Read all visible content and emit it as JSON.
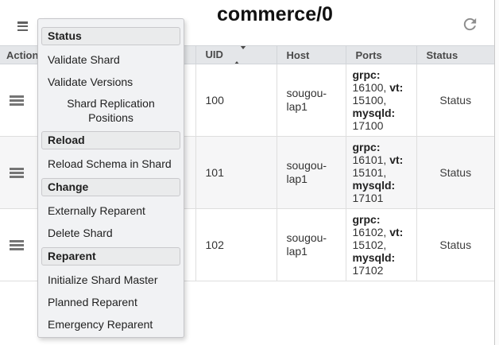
{
  "toolbar": {
    "title": "commerce/0"
  },
  "icons": {
    "toolbar_menu": "hamburger-icon",
    "refresh": "refresh-icon",
    "uid_sort": "sort-updown-icon",
    "row_actions": "hamburger-icon"
  },
  "menu": {
    "items": [
      {
        "type": "header",
        "label": "Status"
      },
      {
        "type": "item",
        "label": "Validate Shard"
      },
      {
        "type": "item",
        "label": "Validate Versions"
      },
      {
        "type": "item",
        "label": "Shard Replication Positions"
      },
      {
        "type": "header",
        "label": "Reload"
      },
      {
        "type": "item",
        "label": "Reload Schema in Shard"
      },
      {
        "type": "header",
        "label": "Change"
      },
      {
        "type": "item",
        "label": "Externally Reparent"
      },
      {
        "type": "item",
        "label": "Delete Shard"
      },
      {
        "type": "header",
        "label": "Reparent"
      },
      {
        "type": "item",
        "label": "Initialize Shard Master"
      },
      {
        "type": "item",
        "label": "Planned Reparent"
      },
      {
        "type": "item",
        "label": "Emergency Reparent"
      }
    ]
  },
  "table": {
    "columns": {
      "actions": "Actions",
      "hidden": "",
      "uid": "UID",
      "host": "Host",
      "ports": "Ports",
      "status": "Status"
    },
    "rows": [
      {
        "uid": "100",
        "host": "sougou-lap1",
        "ports": [
          {
            "label": "grpc:",
            "value": "16100,"
          },
          {
            "label": "vt:",
            "value": "15100,"
          },
          {
            "label": "mysqld:",
            "value": "17100"
          }
        ],
        "status": "Status"
      },
      {
        "uid": "101",
        "host": "sougou-lap1",
        "ports": [
          {
            "label": "grpc:",
            "value": "16101,"
          },
          {
            "label": "vt:",
            "value": "15101,"
          },
          {
            "label": "mysqld:",
            "value": "17101"
          }
        ],
        "status": "Status"
      },
      {
        "uid": "102",
        "host": "sougou-lap1",
        "ports": [
          {
            "label": "grpc:",
            "value": "16102,"
          },
          {
            "label": "vt:",
            "value": "15102,"
          },
          {
            "label": "mysqld:",
            "value": "17102"
          }
        ],
        "status": "Status"
      }
    ]
  },
  "colors": {
    "header_bg": "#e4e6e9",
    "row_stripe": "#f6f6f7",
    "menu_bg": "#f1f2f4",
    "menu_header_bg": "#eaebec",
    "icon_grey": "#757575"
  }
}
